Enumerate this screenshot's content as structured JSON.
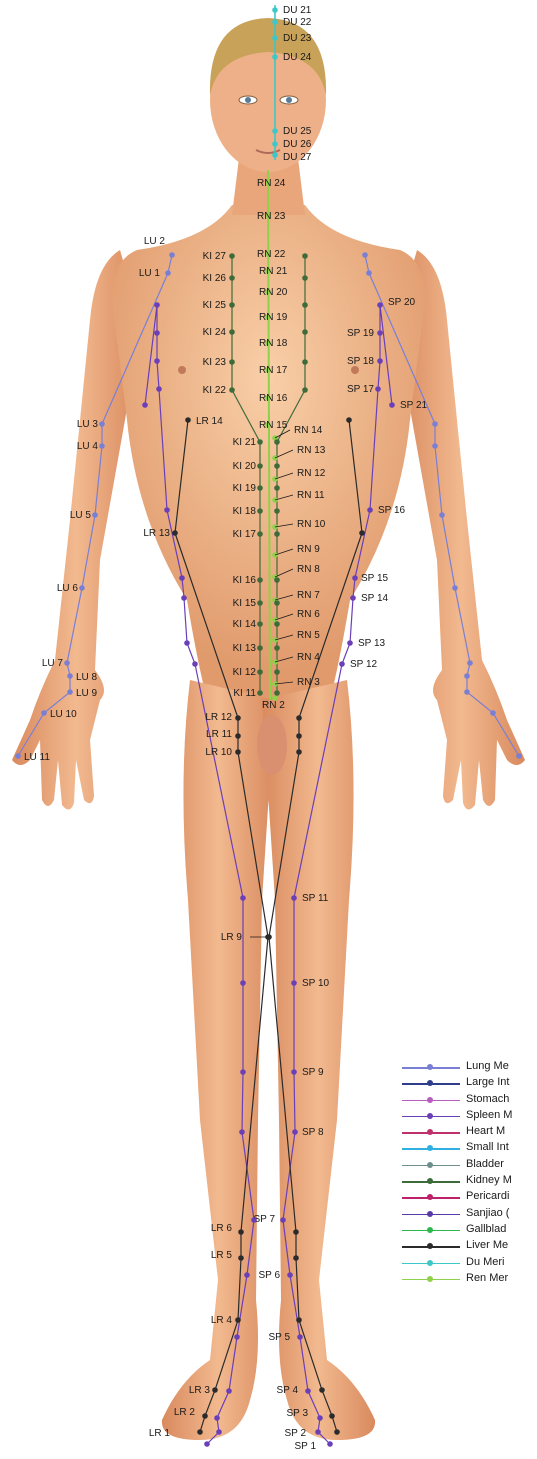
{
  "figure": {
    "subject": "front-view-human-body"
  },
  "meridians": {
    "DU": {
      "color": "#3cc8c8",
      "points": [
        "DU 21",
        "DU 22",
        "DU 23",
        "DU 24",
        "DU 25",
        "DU 26",
        "DU 27"
      ]
    },
    "RN": {
      "color": "#8ed14a",
      "points": [
        "RN 24",
        "RN 23",
        "RN 22",
        "RN 21",
        "RN 20",
        "RN 19",
        "RN 18",
        "RN 17",
        "RN 16",
        "RN 15",
        "RN 14",
        "RN 13",
        "RN 12",
        "RN 11",
        "RN 10",
        "RN 9",
        "RN 8",
        "RN 7",
        "RN 6",
        "RN 5",
        "RN 4",
        "RN 3",
        "RN 2"
      ]
    },
    "KI": {
      "color": "#3e6b3a",
      "points": [
        "KI 27",
        "KI 26",
        "KI 25",
        "KI 24",
        "KI 23",
        "KI 22",
        "KI 21",
        "KI 20",
        "KI 19",
        "KI 18",
        "KI 17",
        "KI 16",
        "KI 15",
        "KI 14",
        "KI 13",
        "KI 12",
        "KI 11"
      ]
    },
    "LU": {
      "color": "#7a7fd6",
      "points": [
        "LU 1",
        "LU 2",
        "LU 3",
        "LU 4",
        "LU 5",
        "LU 6",
        "LU 7",
        "LU 8",
        "LU 9",
        "LU 10",
        "LU 11"
      ]
    },
    "SP": {
      "color": "#6a3fb8",
      "points": [
        "SP 1",
        "SP 2",
        "SP 3",
        "SP 4",
        "SP 5",
        "SP 6",
        "SP 7",
        "SP 8",
        "SP 9",
        "SP 10",
        "SP 11",
        "SP 12",
        "SP 13",
        "SP 14",
        "SP 15",
        "SP 16",
        "SP 17",
        "SP 18",
        "SP 19",
        "SP 20",
        "SP 21"
      ]
    },
    "LR": {
      "color": "#2b2b2b",
      "points": [
        "LR 1",
        "LR 2",
        "LR 3",
        "LR 4",
        "LR 5",
        "LR 6",
        "LR 9",
        "LR 10",
        "LR 11",
        "LR 12",
        "LR 13",
        "LR 14"
      ]
    }
  },
  "legend": [
    {
      "label": "Lung Me",
      "color": "#7a7fd6"
    },
    {
      "label": "Large Int",
      "color": "#2e3e8c"
    },
    {
      "label": "Stomach",
      "color": "#b85cc0"
    },
    {
      "label": "Spleen M",
      "color": "#6a3fb8"
    },
    {
      "label": "Heart M",
      "color": "#c0306a"
    },
    {
      "label": "Small Int",
      "color": "#2fb0e0"
    },
    {
      "label": "Bladder",
      "color": "#6f8f8f"
    },
    {
      "label": "Kidney M",
      "color": "#3e6b3a"
    },
    {
      "label": "Pericardi",
      "color": "#c0206a"
    },
    {
      "label": "Sanjiao (",
      "color": "#5a3aa8"
    },
    {
      "label": "Gallblad",
      "color": "#2cb84c"
    },
    {
      "label": "Liver Me",
      "color": "#2b2b2b"
    },
    {
      "label": "Du Meri",
      "color": "#3cc8c8"
    },
    {
      "label": "Ren Mer",
      "color": "#8ed14a"
    }
  ]
}
